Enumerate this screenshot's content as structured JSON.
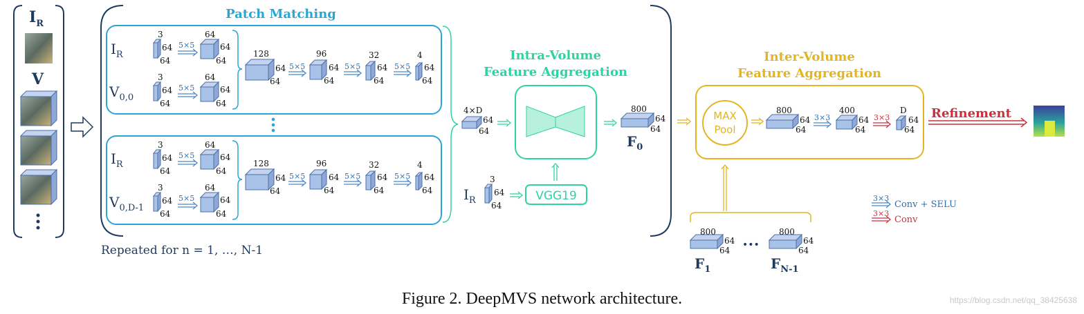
{
  "input": {
    "ir_label": "I",
    "ir_sub": "R",
    "v_label": "V"
  },
  "patch_matching": {
    "title": "Patch Matching",
    "rows": [
      {
        "label": "I",
        "sub": "R"
      },
      {
        "label": "V",
        "sub": "0,0"
      },
      {
        "label": "I",
        "sub": "R"
      },
      {
        "label": "V",
        "sub": "0,D-1"
      }
    ],
    "kernel": "5×5",
    "in_ch": "3",
    "ch64": "64",
    "dims": [
      "128",
      "96",
      "32",
      "4"
    ],
    "repeated": "Repeated for n = 1, …, N-1"
  },
  "intra": {
    "title_line1": "Intra-Volume",
    "title_line2": "Feature Aggregation",
    "in_dim": "4×D",
    "vgg": "VGG19",
    "ir_label": "I",
    "ir_sub": "R",
    "ir_ch": "3",
    "out_dim": "800",
    "f0": "F",
    "f0_sub": "0"
  },
  "inter": {
    "title_line1": "Inter-Volume",
    "title_line2": "Feature Aggregation",
    "pool_line1": "MAX",
    "pool_line2": "Pool",
    "dims": [
      "800",
      "400",
      "D"
    ],
    "k3": "3×3",
    "f1": "F",
    "f1_sub": "1",
    "fn": "F",
    "fn_sub": "N-1",
    "dots": "•••"
  },
  "refinement": "Refinement",
  "legend": {
    "k": "3×3",
    "blue_label": "Conv + SELU",
    "red_label": "Conv"
  },
  "caption": "Figure 2. DeepMVS network architecture.",
  "watermark": "https://blog.csdn.net/qq_38425638",
  "colors": {
    "navy": "#1f3a5f",
    "blue": "#2aa6d6",
    "teal": "#2ed3a4",
    "gold": "#e3b521",
    "red": "#cc2f3c",
    "box_fill": "#a9c3e8",
    "box_stroke": "#4a6fa8"
  }
}
